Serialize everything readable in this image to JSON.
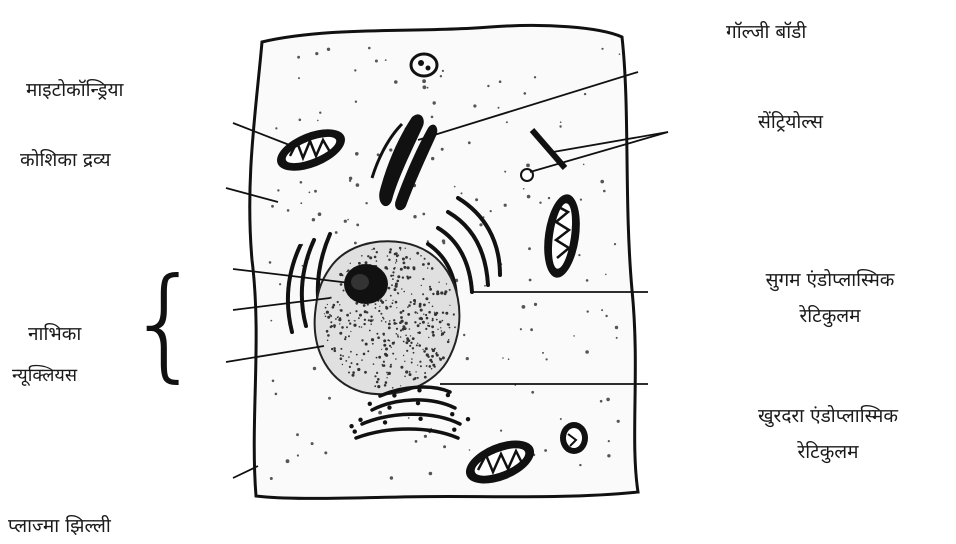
{
  "labels": {
    "golgi_body": "गॉल्जी बॉडी",
    "mitochondria": "माइटोकॉन्ड्रिया",
    "centrioles": "सेंट्रियोल्स",
    "cytoplasm": "कोशिका द्रव्य",
    "nucleolus": "नाभिका",
    "nucleus": "न्यूक्लियस",
    "smooth_er_line1": "सुगम एंडोप्लास्मिक",
    "smooth_er_line2": "रेटिकुलम",
    "rough_er_line1": "खुरदरा एंडोप्लास्मिक",
    "rough_er_line2": "रेटिकुलम",
    "plasma_membrane": "प्लाज्मा झिल्ली"
  },
  "brace": "{"
}
